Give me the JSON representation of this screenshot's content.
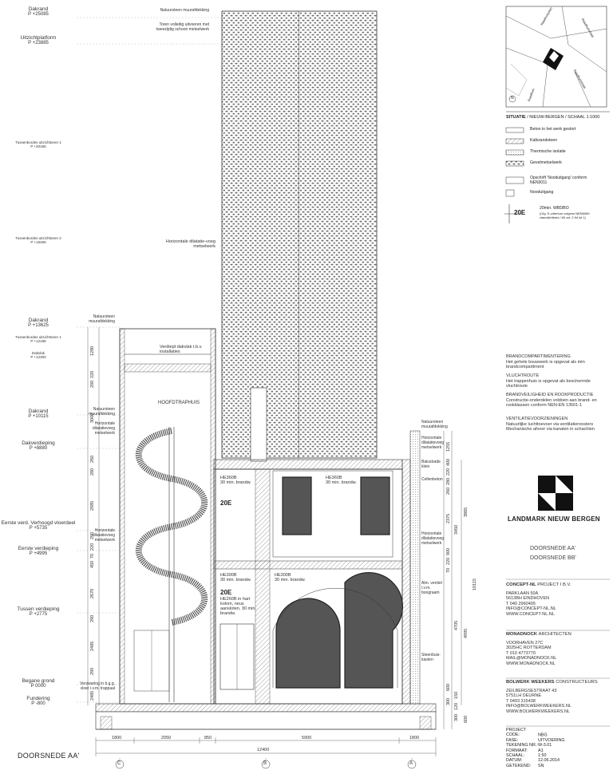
{
  "levels": [
    {
      "name": "Dakrand",
      "value": "P +25085"
    },
    {
      "name": "Uitzichtplatform",
      "value": "P +23885"
    },
    {
      "name": "Tussenbordes uitzichttoren 1",
      "value": "P +20165"
    },
    {
      "name": "Tussenbordes uitzichttoren 2",
      "value": "P +16465"
    },
    {
      "name": "Dakrand",
      "value": "P +13625"
    },
    {
      "name": "Tussenbordes uitzichttoren 1",
      "value": "P +12185"
    },
    {
      "name": "Dakvlak",
      "value": "P +12300"
    },
    {
      "name": "Dakrand",
      "value": "P +10115"
    },
    {
      "name": "Dakverdieping",
      "value": "P +8880"
    },
    {
      "name": "Eerste verd. Verhoogd vloerdeel",
      "value": "P +5735"
    },
    {
      "name": "Eerste verdieping",
      "value": "P +4995"
    },
    {
      "name": "Tussen verdieping",
      "value": "P +2775"
    },
    {
      "name": "Begane grond",
      "value": "P 0000"
    },
    {
      "name": "Fundering",
      "value": "P -800"
    }
  ],
  "tower_notes": {
    "top": "Natuursteen muurafdekking",
    "top2": "Toren volledig uitvoeren met tweezijdig schoon metselwerk",
    "dilatation": "Horizontale dilatatie-voeg metselwerk"
  },
  "section_notes": {
    "natuursteen": "Natuursteen muurafdekking",
    "dakvlak": "Verdiept dakvlak t.b.v. installaties",
    "hoofdtrap": "HOOFDTRAPHUIS",
    "nat_left": "Natuursteen muurafdekking",
    "dil_left": "Horizontale dilatatievoeg metselwerk",
    "dil_left2": "Horizontale dilatatievoeg metselwerk",
    "verzwaring": "Verzwaring in b.g.g. vloer i.v.m. trappaal",
    "nat_right": "Natuursteen muurafdekking",
    "dil_right": "Horizontale dilatatievoeg metselwerk",
    "balustrade": "Balustrade klein",
    "cellen": "Cellenbeton",
    "dil_right2": "Horizontale dilatatievoeg metselwerk",
    "ventiel": "Alm. ventiel i.v.m. boograam",
    "steen": "Steenbuis-kasten",
    "he1a": "HE360B",
    "he1b": "30 min. brandw.",
    "he2a": "HE360B",
    "he2b": "30 min. brandw.",
    "he3a": "HE300B",
    "he3b": "30 min. brandw.",
    "he4a": "HE300B",
    "he4b": "30 min. brandw.",
    "he5": "HE260B in hart kolom, neus aansloten. 30 min. brandw.",
    "fire1": "20E",
    "fire2": "20E"
  },
  "dims_bottom": [
    "1800",
    "2050",
    "850",
    "5900",
    "1800"
  ],
  "dim_total": "12400",
  "grid_labels": [
    "C",
    "B",
    "A"
  ],
  "left_vdims": [
    "1280",
    "220",
    "200",
    "3000",
    "260",
    "280",
    "2985",
    "290",
    "220",
    "70",
    "450",
    "2670",
    "290",
    "2485",
    "290",
    "2485"
  ],
  "right_vdims": [
    "1255",
    "400",
    "220",
    "280",
    "260",
    "3450",
    "2375",
    "900",
    "220",
    "70",
    "3865",
    "10115",
    "4705",
    "4995",
    "600",
    "300",
    "150",
    "120",
    "300",
    "600"
  ],
  "situation": {
    "title": "SITUATIE",
    "subtitle": "/ NIEUW-BERGEN / SCHAAL 1:1000",
    "streets": [
      "Raadhuisplein",
      "Raadhuisstraat",
      "Raadhuisstraat",
      "Raadhuis"
    ],
    "north": "N"
  },
  "legend": [
    {
      "label": "Beton in het werk gestort"
    },
    {
      "label": "Kalkzandsteen"
    },
    {
      "label": "Thermische isolatie"
    },
    {
      "label": "Gevelmetselwerk"
    },
    {
      "label": "Opschrift 'Nooduitgang' conform NEN3011"
    },
    {
      "label": "Nooduitgang"
    },
    {
      "label": "20min. WBDBO",
      "sub": "(Cfg. E-criterium volgens NEN6069 vlamdichtheid / 60 art. 2.94 lid 1)",
      "code": "20E"
    }
  ],
  "notes_panel": [
    {
      "h": "BRANDCOMPARTIMENTERING",
      "t": "Het gehele bouwwerk is opgevat als één brandcompartiment"
    },
    {
      "h": "VLUCHTROUTE",
      "t": "Het trappenhuis is opgevat als beschermde vluchtroute"
    },
    {
      "h": "BRANDVEILIGHEID EN ROOKPRODUCTIE",
      "t": "Constructie-onderdelen voldoen aan brand- en rookklassen conform NEN-EN 13501-1"
    },
    {
      "h": "VENTILATIEVOORZIENINGEN",
      "t": "Natuurlijke luchttoevoer via ventilatieroosters Mechanische afvoer via kanalen in schachten"
    }
  ],
  "project_title": "LANDMARK NIEUW BERGEN",
  "sheet_titles": [
    "DOORSNEDE AA'",
    "DOORSNEDE BB'"
  ],
  "drawing_label": "DOORSNEDE AA'",
  "firms": [
    {
      "name": "CONCEPT-NL",
      "role": "PROJECT I B.V.",
      "lines": [
        "PARKLAAN 50A",
        "5613BH EINDHOVEN",
        "T 040 2960405",
        "INFO@CONCEPT-NL.NL",
        "WWW.CONCEPT-NL.NL"
      ]
    },
    {
      "name": "MONADNOCK",
      "role": "ARCHITECTEN",
      "lines": [
        "VOORHAVEN 27C",
        "3025HC ROTTERDAM",
        "T 010 4773770",
        "MAIL@MONADNOCK.NL",
        "WWW.MONADNOCK.NL"
      ]
    },
    {
      "name": "BOLWERK WEEKERS",
      "role": "CONSTRUCTEURS",
      "lines": [
        "ZEILBERGSESTRAAT 43",
        "5751LH DEURNE",
        "T 0493 315438",
        "INFO@BOLWERKWEEKERS.NL",
        "WWW.BOLWERKWEEKERS.NL"
      ]
    }
  ],
  "project_info": [
    {
      "k": "PROJECT CODE:",
      "v": "NBG"
    },
    {
      "k": "FASE:",
      "v": "UITVOERING"
    },
    {
      "k": "TEKENING NR.:",
      "v": "W-3.01"
    },
    {
      "k": "FORMAAT:",
      "v": "A1"
    },
    {
      "k": "SCHAAL:",
      "v": "1:50"
    },
    {
      "k": "DATUM:",
      "v": "12.06.2014"
    },
    {
      "k": "GETEKEND:",
      "v": "SN"
    }
  ]
}
